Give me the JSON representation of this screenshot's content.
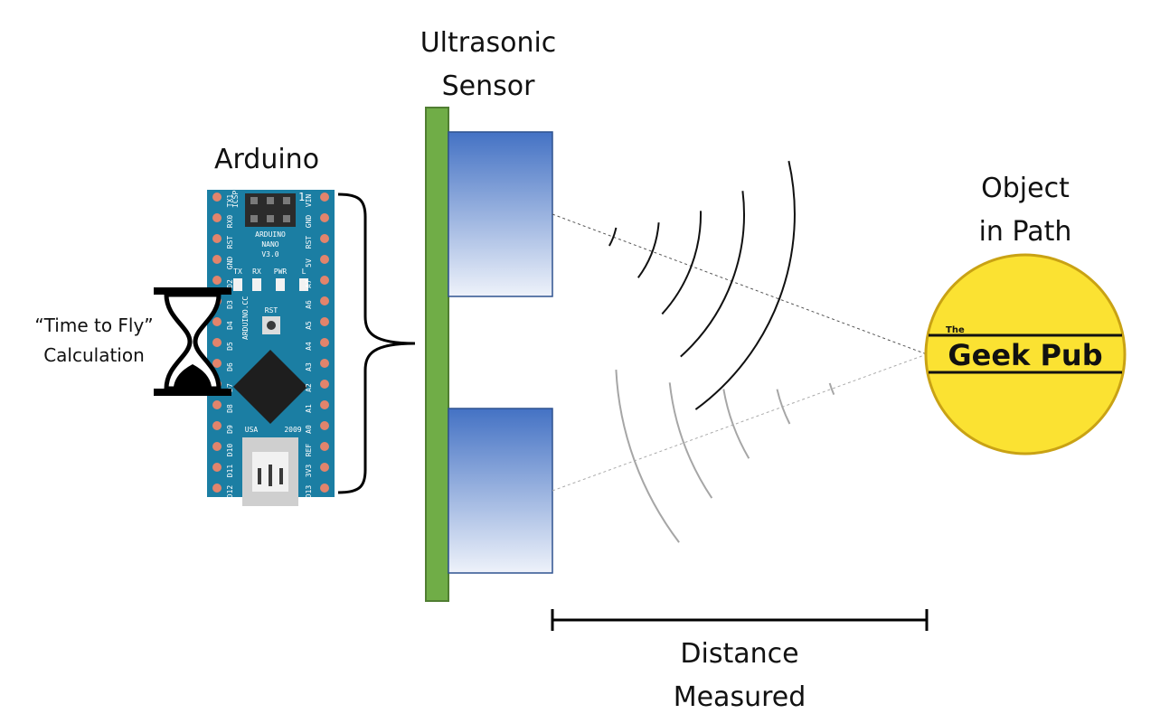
{
  "labels": {
    "ultrasonic_line1": "Ultrasonic",
    "ultrasonic_line2": "Sensor",
    "arduino": "Arduino",
    "object_line1": "Object",
    "object_line2": "in Path",
    "calc_line1": "“Time to Fly”",
    "calc_line2": "Calculation",
    "distance_line1": "Distance",
    "distance_line2": "Measured"
  },
  "board": {
    "top_text": [
      "ARDUINO",
      "NANO",
      "V3.0"
    ],
    "icsp": "ICSP",
    "one": "1",
    "leds": [
      "TX",
      "RX",
      "PWR",
      "L"
    ],
    "rst": "RST",
    "brand": "ARDUINO.CC",
    "usa": "USA",
    "year": "2009",
    "left_pins": [
      "TX1",
      "RX0",
      "RST",
      "GND",
      "D2",
      "D3",
      "D4",
      "D5",
      "D6",
      "D7",
      "D8",
      "D9",
      "D10",
      "D11",
      "D12"
    ],
    "right_pins": [
      "VIN",
      "GND",
      "RST",
      "5V",
      "A7",
      "A6",
      "A5",
      "A4",
      "A3",
      "A2",
      "A1",
      "A0",
      "REF",
      "3V3",
      "D13"
    ]
  },
  "logo": {
    "the": "The",
    "name": "Geek Pub"
  },
  "colors": {
    "board_pcb": "#1b7ea3",
    "sensor_mount": "#70ad47",
    "transducer_top": "#4472c4",
    "transducer_bottom": "#eef2fa",
    "object_fill": "#fbe232",
    "object_stroke": "#c9a214",
    "wave_out": "#111111",
    "wave_return": "#a6a6a6"
  }
}
